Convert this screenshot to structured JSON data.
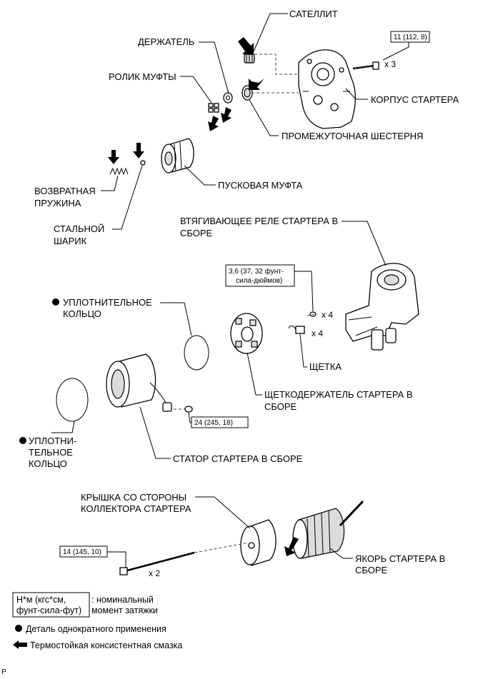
{
  "labels": {
    "satellite": "САТЕЛЛИТ",
    "holder": "ДЕРЖАТЕЛЬ",
    "clutch_roller": "РОЛИК МУФТЫ",
    "starter_housing": "КОРПУС СТАРТЕРА",
    "idler_gear": "ПРОМЕЖУТОЧНАЯ ШЕСТЕРНЯ",
    "return_spring_1": "ВОЗВРАТНАЯ",
    "return_spring_2": "ПРУЖИНА",
    "starter_clutch": "ПУСКОВАЯ МУФТА",
    "steel_ball_1": "СТАЛЬНОЙ",
    "steel_ball_2": "ШАРИК",
    "solenoid_1": "ВТЯГИВАЮЩЕЕ РЕЛЕ СТАРТЕРА В",
    "solenoid_2": "СБОРЕ",
    "oring_top_1": "УПЛОТНИТЕЛЬНОЕ",
    "oring_top_2": "КОЛЬЦО",
    "brush": "ЩЕТКА",
    "brush_holder_1": "ЩЕТКОДЕРЖАТЕЛЬ СТАРТЕРА В",
    "brush_holder_2": "СБОРЕ",
    "oring_left_1": "УПЛОТНИ-",
    "oring_left_2": "ТЕЛЬНОЕ",
    "oring_left_3": "КОЛЬЦО",
    "yoke": "СТАТОР СТАРТЕРА В СБОРЕ",
    "end_cover_1": "КРЫШКА СО СТОРОНЫ",
    "end_cover_2": "КОЛЛЕКТОРА СТАРТЕРА",
    "armature_1": "ЯКОРЬ СТАРТЕРА В",
    "armature_2": "СБОРЕ"
  },
  "torques": {
    "housing_bolt": "11 (112, 8)",
    "solenoid_screw_1": "3,6 (37, 32 фунт-",
    "solenoid_screw_2": "сила-дюймов)",
    "yoke_nut": "24 (245, 18)",
    "through_bolt": "14 (145, 10)"
  },
  "quantities": {
    "housing_bolt": "x 3",
    "solenoid_screw": "x 4",
    "brush": "x 4",
    "through_bolt": "x 2"
  },
  "legend": {
    "unit_1": "Н*м (кгс*см,",
    "unit_2": "фунт-сила-фут)",
    "unit_desc_1": ": номинальный",
    "unit_desc_2": "момент затяжки",
    "non_reusable": "Деталь однократного применения",
    "grease": "Термостойкая консистентная смазка"
  },
  "corner_mark": "P",
  "icons": {
    "grease": "thick-left-arrow-icon",
    "non_reusable": "filled-circle-icon"
  }
}
